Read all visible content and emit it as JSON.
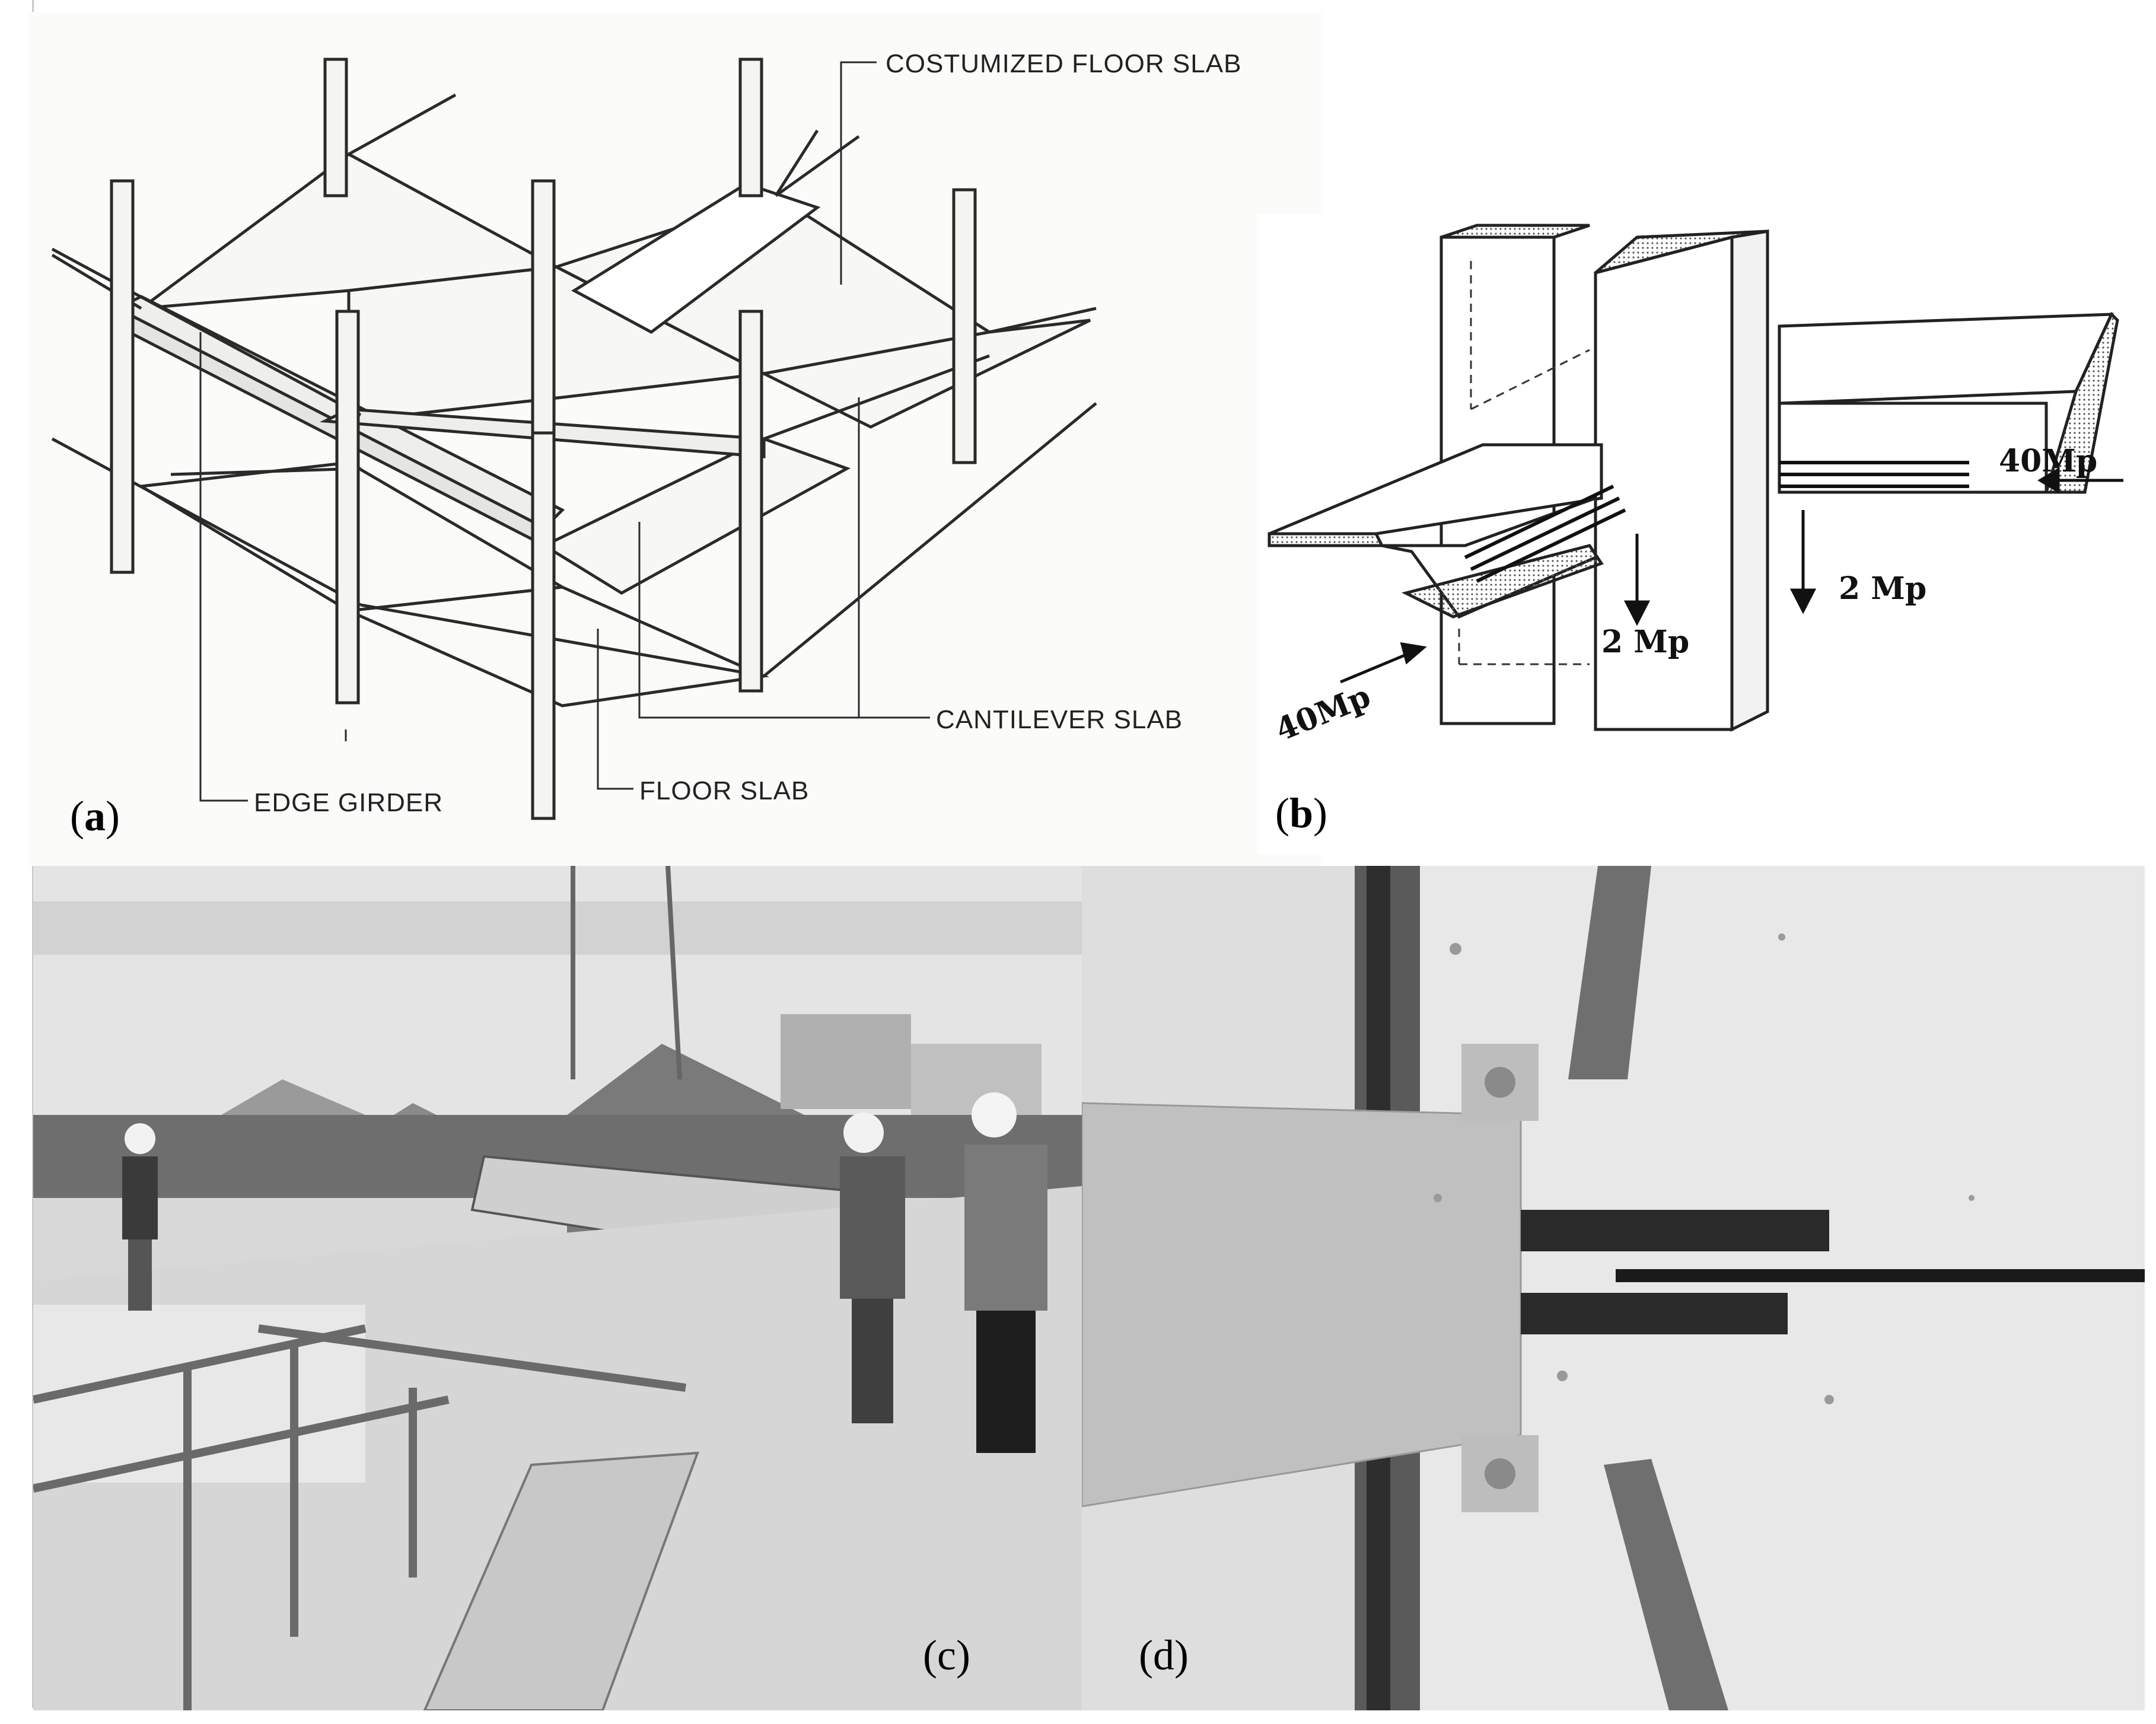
{
  "panels": {
    "a": {
      "letter": "a",
      "labels": {
        "costumized_floor_slab": "COSTUMIZED FLOOR SLAB",
        "cantilever_slab": "CANTILEVER SLAB",
        "floor_slab": "FLOOR SLAB",
        "edge_girder": "EDGE GIRDER"
      }
    },
    "b": {
      "letter": "b",
      "labels": {
        "force_right": "40Mp",
        "force_left": "40Mp",
        "load_left": "2 Mp",
        "load_right": "2 Mp"
      }
    },
    "c": {
      "letter": "c"
    },
    "d": {
      "letter": "d"
    }
  },
  "colors": {
    "line": "#2a2a2a",
    "hatch": "#9a9a9a",
    "photo_sky": "#e2e2e2",
    "concrete": "#c9c9c9"
  }
}
